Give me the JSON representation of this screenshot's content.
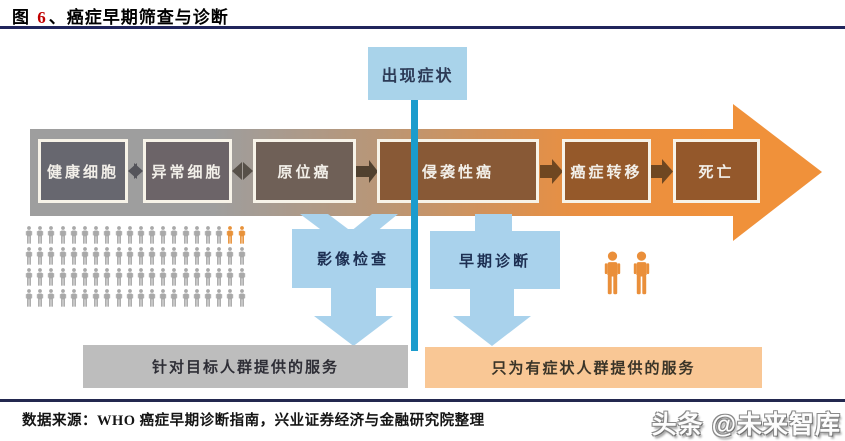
{
  "figure": {
    "title": {
      "prefix": "图 ",
      "number": "6",
      "suffix": "、癌症早期筛查与诊断"
    },
    "source": "数据来源：WHO 癌症早期诊断指南，兴业证券经济与金融研究院整理",
    "watermark": "头条 @未来智库"
  },
  "diagram": {
    "symptom_label": "出现症状",
    "stages": [
      {
        "label": "健康细胞",
        "color": "#67676f"
      },
      {
        "label": "异常细胞",
        "color": "#6c6468"
      },
      {
        "label": "原位癌",
        "color": "#6f6057"
      },
      {
        "label": "侵袭性癌",
        "color": "#885936"
      },
      {
        "label": "癌症转移",
        "color": "#95592a"
      },
      {
        "label": "死亡",
        "color": "#94582b"
      }
    ],
    "connector_types": [
      "double-arrow",
      "double-arrow",
      "single-arrow",
      "single-arrow",
      "single-arrow"
    ],
    "services": [
      {
        "label": "影像检查"
      },
      {
        "label": "早期诊断"
      }
    ],
    "bottom_bars": [
      {
        "label": "针对目标人群提供的服务",
        "color": "#bdbdbd"
      },
      {
        "label": "只为有症状人群提供的服务",
        "color": "#f9c795"
      }
    ],
    "crowd": {
      "rows": 4,
      "cols": 20,
      "orange_count": 2,
      "grey_color": "#a9a9a9",
      "orange_color": "#e8923a",
      "icon": "person-icon"
    },
    "pair": {
      "count": 2,
      "color": "#ea8f3a",
      "icon": "person-icon"
    },
    "colors": {
      "band_grey": "#9e9e9e",
      "band_tan": "#b99676",
      "band_orange": "#f0913a",
      "light_blue": "#a9d2ec",
      "teal_line": "#1b9ccd",
      "navy_rule": "#20255c",
      "title_number_red": "#c00000"
    }
  }
}
